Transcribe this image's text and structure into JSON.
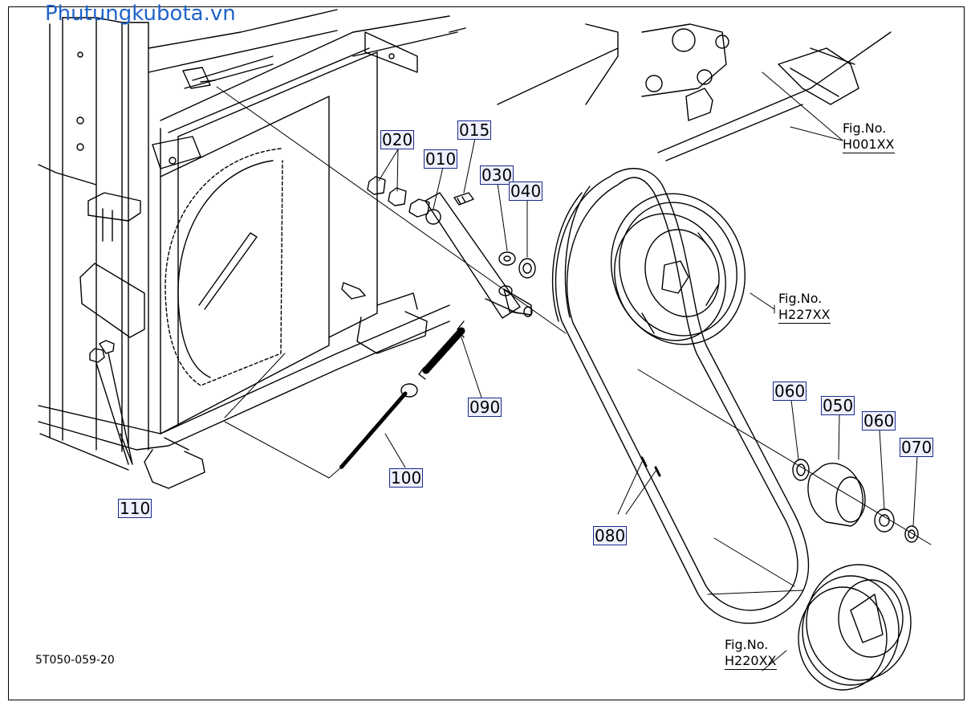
{
  "watermark": "Phutungkubota.vn",
  "drawing_number": "5T050-059-20",
  "callouts": [
    "010",
    "015",
    "020",
    "030",
    "040",
    "050",
    "060",
    "060",
    "070",
    "080",
    "090",
    "100",
    "110"
  ],
  "figure_refs": [
    {
      "label": "Fig.No.",
      "code": "H001XX"
    },
    {
      "label": "Fig.No.",
      "code": "H227XX"
    },
    {
      "label": "Fig.No.",
      "code": "H220XX"
    }
  ]
}
